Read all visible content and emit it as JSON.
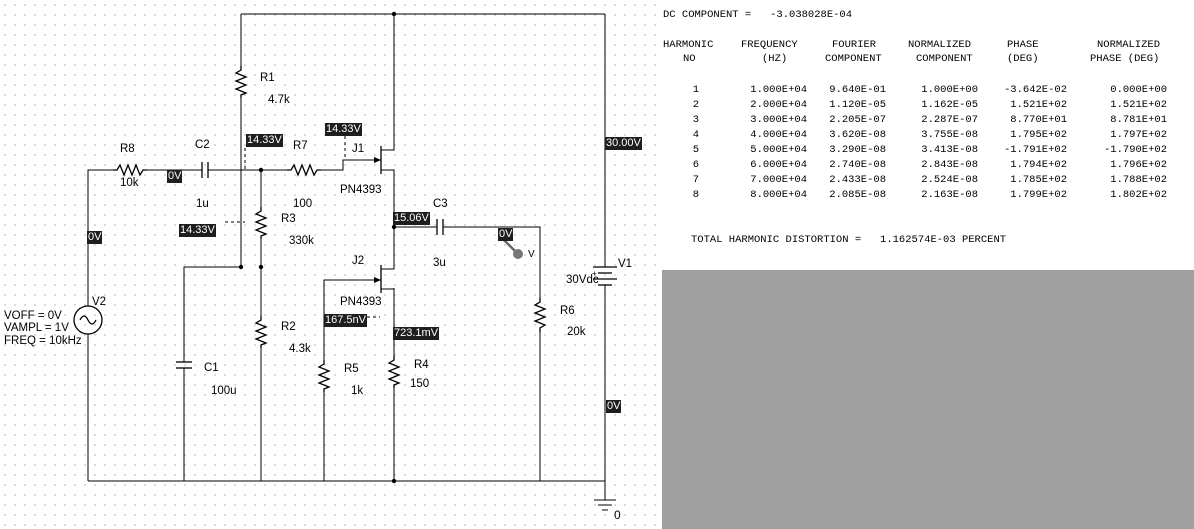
{
  "schematic": {
    "components": {
      "R1": {
        "ref": "R1",
        "value": "4.7k"
      },
      "R2": {
        "ref": "R2",
        "value": "4.3k"
      },
      "R3": {
        "ref": "R3",
        "value": "330k"
      },
      "R4": {
        "ref": "R4",
        "value": "150"
      },
      "R5": {
        "ref": "R5",
        "value": "1k"
      },
      "R6": {
        "ref": "R6",
        "value": "20k"
      },
      "R7": {
        "ref": "R7",
        "value": "100"
      },
      "R8": {
        "ref": "R8",
        "value": "10k"
      },
      "C1": {
        "ref": "C1",
        "value": "100u"
      },
      "C2": {
        "ref": "C2",
        "value": "1u"
      },
      "C3": {
        "ref": "C3",
        "value": "3u"
      },
      "J1": {
        "ref": "J1",
        "model": "PN4393"
      },
      "J2": {
        "ref": "J2",
        "model": "PN4393"
      },
      "V1": {
        "ref": "V1",
        "value": "30Vdc"
      },
      "V2": {
        "ref": "V2",
        "voff": "VOFF = 0V",
        "vampl": "VAMPL = 1V",
        "freq": "FREQ = 10kHz"
      }
    },
    "voltages": {
      "c2_right": "0V",
      "source_left": "0V",
      "gate_node": "14.33V",
      "r3_left": "14.33V",
      "j1_gate": "14.33V",
      "supply": "30.00V",
      "j1_source": "15.06V",
      "output": "0V",
      "j2_gate": "167.5nV",
      "j2_source": "723.1mV",
      "ground_right": "0V"
    },
    "probe_label": "V",
    "ground_label": "0"
  },
  "output": {
    "dc_component": "DC COMPONENT =   -3.038028E-04",
    "header_line1": [
      "HARMONIC",
      "FREQUENCY",
      "FOURIER",
      "NORMALIZED",
      "PHASE",
      "NORMALIZED"
    ],
    "header_line2": [
      "NO",
      "(HZ)",
      "COMPONENT",
      "COMPONENT",
      "(DEG)",
      "PHASE (DEG)"
    ],
    "rows": [
      [
        "1",
        "1.000E+04",
        "9.640E-01",
        "1.000E+00",
        "-3.642E-02",
        "0.000E+00"
      ],
      [
        "2",
        "2.000E+04",
        "1.120E-05",
        "1.162E-05",
        "1.521E+02",
        "1.521E+02"
      ],
      [
        "3",
        "3.000E+04",
        "2.205E-07",
        "2.287E-07",
        "8.770E+01",
        "8.781E+01"
      ],
      [
        "4",
        "4.000E+04",
        "3.620E-08",
        "3.755E-08",
        "1.795E+02",
        "1.797E+02"
      ],
      [
        "5",
        "5.000E+04",
        "3.290E-08",
        "3.413E-08",
        "-1.791E+02",
        "-1.790E+02"
      ],
      [
        "6",
        "6.000E+04",
        "2.740E-08",
        "2.843E-08",
        "1.794E+02",
        "1.796E+02"
      ],
      [
        "7",
        "7.000E+04",
        "2.433E-08",
        "2.524E-08",
        "1.785E+02",
        "1.788E+02"
      ],
      [
        "8",
        "8.000E+04",
        "2.085E-08",
        "2.163E-08",
        "1.799E+02",
        "1.802E+02"
      ]
    ],
    "thd": "TOTAL HARMONIC DISTORTION =   1.162574E-03 PERCENT"
  }
}
